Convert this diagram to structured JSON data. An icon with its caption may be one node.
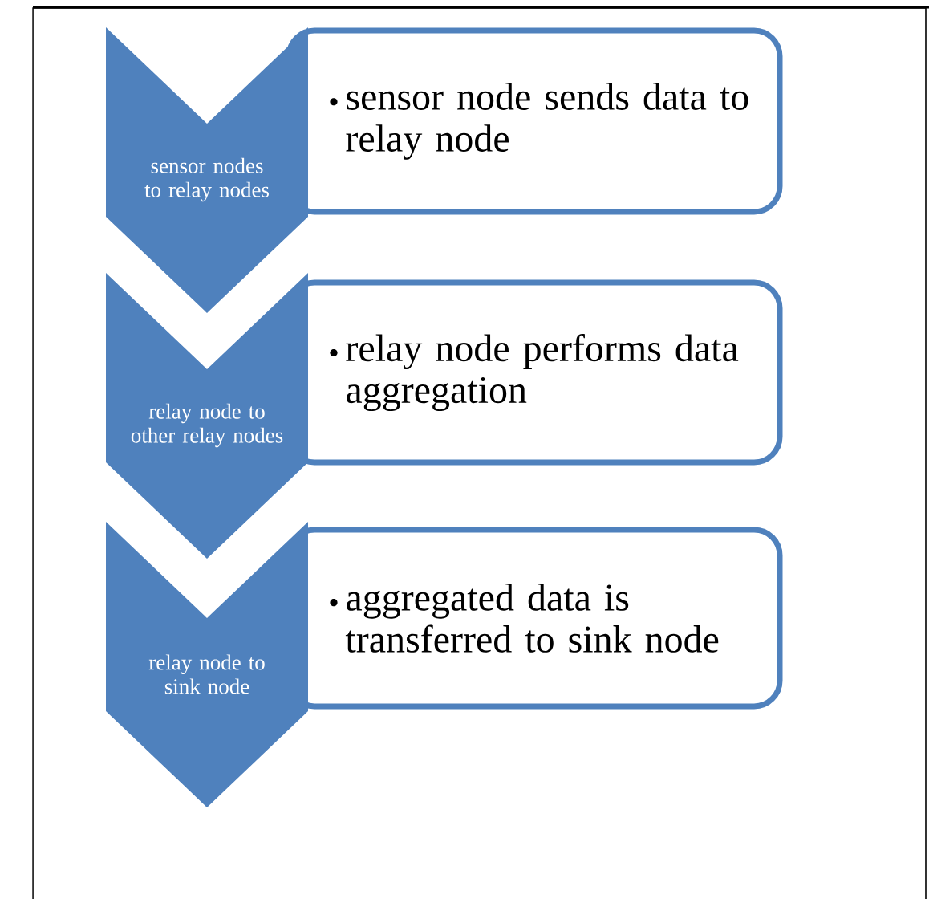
{
  "diagram": {
    "nodes": [
      {
        "text": [
          "sensor nodes  to relay nodes"
        ]
      },
      {
        "text": [
          "sensor node sends data to relay node"
        ]
      },
      {
        "text": [
          "relay node to other relay nodes"
        ]
      },
      {
        "text": [
          "relay node performs data aggregation"
        ]
      },
      {
        "text": [
          "relay node to sink node"
        ]
      },
      {
        "text": [
          "aggregated data is transferred to sink node"
        ]
      }
    ]
  }
}
